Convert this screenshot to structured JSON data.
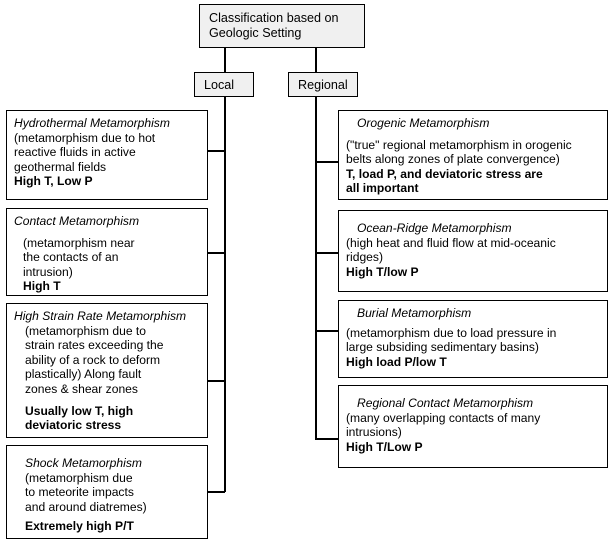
{
  "diagram": {
    "root": {
      "label": "Classification based on\nGeologic Setting",
      "line1": "Classification based on",
      "line2": "Geologic Setting"
    },
    "branches": {
      "local": "Local",
      "regional": "Regional"
    },
    "local_nodes": [
      {
        "title": "Hydrothermal Metamorphism",
        "body": "(metamorphism due to hot reactive fluids in active geothermal fields",
        "body_lines": [
          "(metamorphism due to hot",
          "reactive fluids in active",
          "geothermal fields"
        ],
        "highlight": "High T, Low P"
      },
      {
        "title": "Contact Metamorphism",
        "body": "(metamorphism near the contacts of an intrusion)",
        "body_lines": [
          "(metamorphism near",
          "the contacts of an",
          "intrusion)"
        ],
        "highlight": "High T"
      },
      {
        "title": "High Strain Rate Metamorphism",
        "body": "(metamorphism due to strain rates exceeding the ability of a rock to deform plastically) Along fault zones & shear zones",
        "body_lines": [
          "(metamorphism due to",
          "strain rates exceeding the",
          "ability of a rock to deform",
          "plastically) Along fault",
          "zones & shear zones"
        ],
        "highlight": "Usually low T, high deviatoric stress",
        "highlight_lines": [
          "Usually low T, high",
          "deviatoric stress"
        ]
      },
      {
        "title": "Shock Metamorphism",
        "body": "(metamorphism due to meteorite impacts and around diatremes)",
        "body_lines": [
          "(metamorphism due",
          "to meteorite impacts",
          "and around diatremes)"
        ],
        "highlight": "Extremely high P/T"
      }
    ],
    "regional_nodes": [
      {
        "title": "Orogenic Metamorphism",
        "body": "(\"true\" regional metamorphism in orogenic belts along zones of plate convergence)",
        "body_lines": [
          "(\"true\" regional metamorphism in orogenic",
          "belts along zones of plate convergence)"
        ],
        "highlight": "T, load P, and deviatoric stress are all important",
        "highlight_lines": [
          "T, load P, and deviatoric stress are",
          "all important"
        ]
      },
      {
        "title": "Ocean-Ridge Metamorphism",
        "body": "(high heat and fluid flow at mid-oceanic ridges)",
        "body_lines": [
          "(high heat and fluid flow at mid-oceanic",
          "ridges)"
        ],
        "highlight": "High T/low P"
      },
      {
        "title": "Burial Metamorphism",
        "body": "(metamorphism due to load pressure in large subsiding sedimentary basins)",
        "body_lines": [
          "(metamorphism due to load pressure in",
          "large subsiding sedimentary basins)"
        ],
        "highlight": "High load P/low T"
      },
      {
        "title": "Regional Contact Metamorphism",
        "body": "(many overlapping contacts of many intrusions)",
        "body_lines": [
          "(many overlapping contacts of many",
          "intrusions)"
        ],
        "highlight": "High T/Low P"
      }
    ],
    "colors": {
      "box_fill": "#f0f0f0",
      "card_fill": "#ffffff",
      "stroke": "#000000",
      "text": "#000000"
    }
  }
}
